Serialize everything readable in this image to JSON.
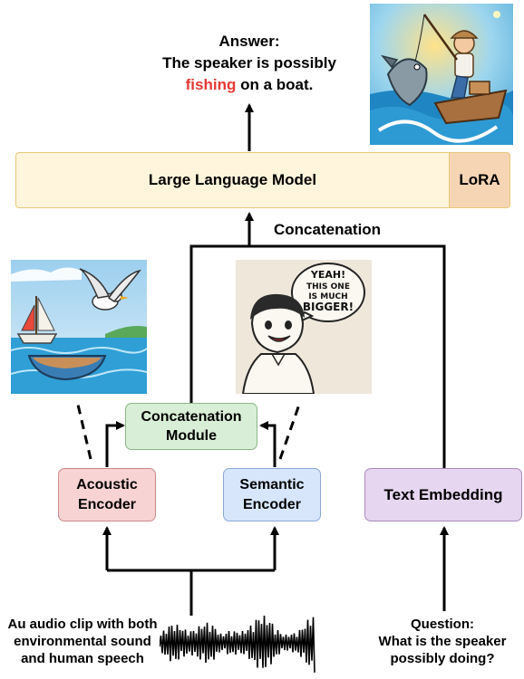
{
  "answer": {
    "label": "Answer:",
    "line2": "The speaker is possibly",
    "highlight": "fishing",
    "line3_rest": " on a boat.",
    "highlight_color": "#e53935"
  },
  "llm": {
    "label": "Large Language Model",
    "lora_label": "LoRA",
    "color": "#fff5dc",
    "lora_color": "#f6d5b5"
  },
  "concat_label": "Concatenation",
  "concat_module": {
    "line1": "Concatenation",
    "line2": "Module",
    "color": "#d9eed6"
  },
  "acoustic_encoder": {
    "line1": "Acoustic",
    "line2": "Encoder",
    "color": "#f8d3d3"
  },
  "semantic_encoder": {
    "line1": "Semantic",
    "line2": "Encoder",
    "color": "#d7e6fb"
  },
  "text_embedding": {
    "label": "Text Embedding",
    "color": "#e6d6ef"
  },
  "audio_caption": {
    "line1": "Au audio clip with both",
    "line2": "environmental sound",
    "line3": "and human speech"
  },
  "question": {
    "line1": "Question:",
    "line2": "What is the speaker",
    "line3": "possibly doing?"
  },
  "speech_bubble": {
    "line1": "YEAH!",
    "line2": "THIS ONE",
    "line3": "IS MUCH",
    "line4": "BIGGER!"
  },
  "illustrations": [
    "fisherman-illustration",
    "boat-seagull-illustration",
    "boy-talking-illustration",
    "audio-waveform"
  ]
}
